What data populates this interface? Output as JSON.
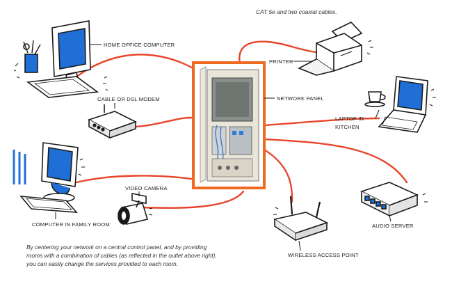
{
  "header_note": "CAT 5e and two coaxial cables.",
  "labels": {
    "home_office_computer": "HOME OFFICE COMPUTER",
    "printer": "PRINTER",
    "cable_modem": "CABLE OR DSL MODEM",
    "network_panel": "NETWORK PANEL",
    "laptop_line1": "LAPTOP IN",
    "laptop_line2": "KITCHEN",
    "video_camera": "VIDEO CAMERA",
    "computer_family_room": "COMPUTER IN FAMILY ROOM",
    "audio_server": "AUDIO SERVER",
    "wireless_access_point": "WIRELESS ACCESS POINT"
  },
  "caption": {
    "line1": "By centering your network on a central control panel, and by providing",
    "line2": "rooms with a combination of cables (as reflected in the outlet above right),",
    "line3": "you can easily change the services provided to each room."
  },
  "colors": {
    "cable": "#e8452b",
    "panel_frame": "#ef6a22",
    "ink": "#1a1a1a",
    "screen": "#1f6fd6"
  }
}
